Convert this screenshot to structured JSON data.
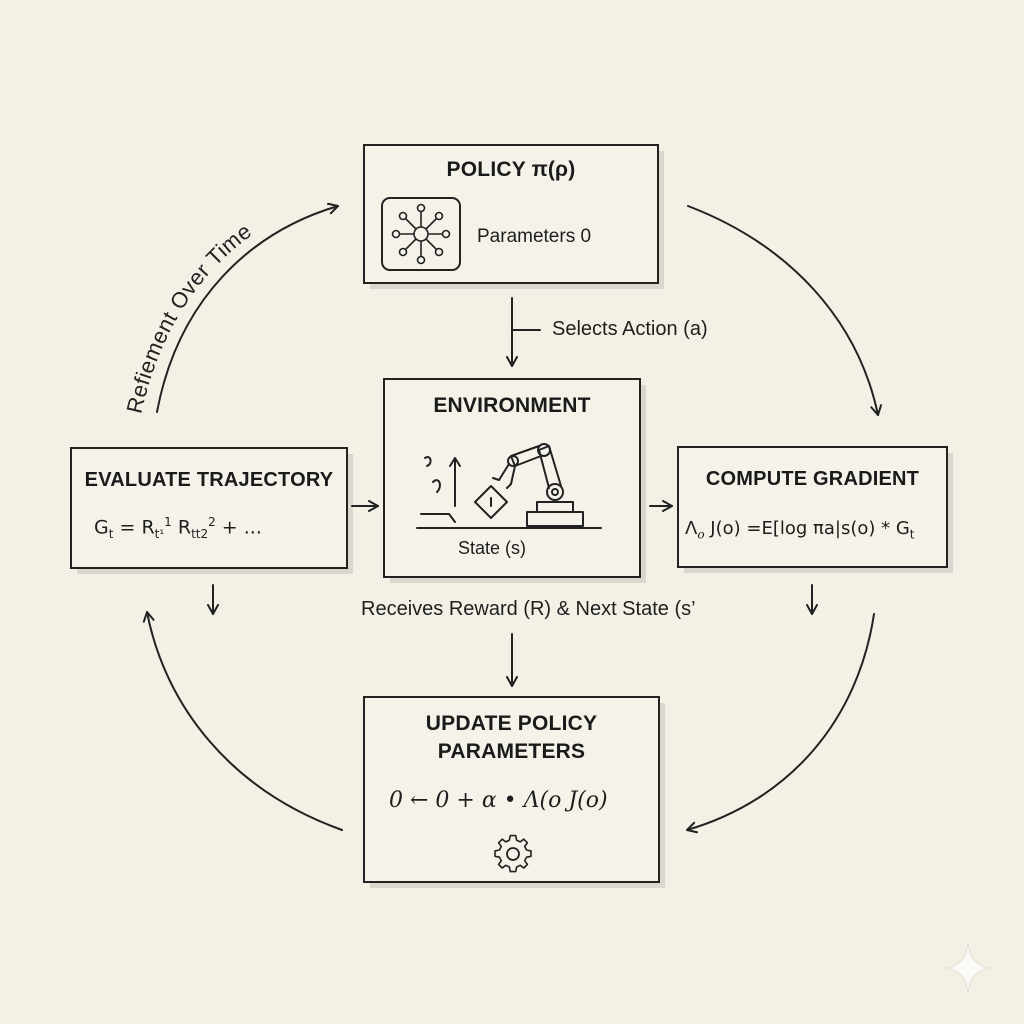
{
  "policy": {
    "title": "POLICY π(ρ)",
    "params_label": "Parameters 0",
    "icon": "neural-network-icon"
  },
  "environment": {
    "title": "ENVIRONMENT",
    "state_label": "State (s)",
    "icon": "robot-arm-icon"
  },
  "evaluate": {
    "title": "EVALUATE TRAJECTORY",
    "formula_g": "G",
    "formula_g_sub": "t",
    "formula_eq": " = R",
    "formula_r1_sub": "t¹",
    "formula_r1_sup": "1",
    "formula_r2": " R",
    "formula_r2_sub": "t",
    "formula_r2_sub2": "t2",
    "formula_r2_sup": "2",
    "formula_tail": " + ..."
  },
  "gradient": {
    "title": "COMPUTE GRADIENT",
    "formula": "Λ",
    "formula_sub": "o",
    "formula_rest": " J(o) =E[log πa|s(o) * G",
    "formula_g_sub": "t"
  },
  "update": {
    "title_line1": "UPDATE POLICY",
    "title_line2": "PARAMETERS",
    "formula": "0 ← 0 + α • Λ(o J(o)",
    "icon": "gear-icon"
  },
  "labels": {
    "selects_action": "Selects Action (a)",
    "receives_reward": "Receives Reward (R) & Next State (s’",
    "refinement": "Refiement Over Time"
  }
}
